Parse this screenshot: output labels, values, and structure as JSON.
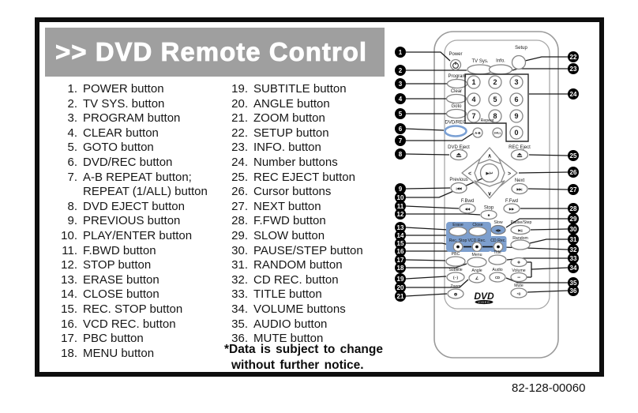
{
  "header": {
    "title": ">> DVD Remote Control"
  },
  "legend": {
    "col1": [
      {
        "num": "1.",
        "label": "POWER button"
      },
      {
        "num": "2.",
        "label": "TV SYS. button"
      },
      {
        "num": "3.",
        "label": "PROGRAM button"
      },
      {
        "num": "4.",
        "label": "CLEAR button"
      },
      {
        "num": "5.",
        "label": "GOTO button"
      },
      {
        "num": "6.",
        "label": "DVD/REC button"
      },
      {
        "num": "7.",
        "label": "A-B REPEAT button;"
      },
      {
        "num": "",
        "label": "REPEAT (1/ALL) button"
      },
      {
        "num": "8.",
        "label": "DVD EJECT button"
      },
      {
        "num": "9.",
        "label": "PREVIOUS button"
      },
      {
        "num": "10.",
        "label": "PLAY/ENTER button"
      },
      {
        "num": "11.",
        "label": "F.BWD button"
      },
      {
        "num": "12.",
        "label": "STOP button"
      },
      {
        "num": "13.",
        "label": "ERASE button"
      },
      {
        "num": "14.",
        "label": "CLOSE button"
      },
      {
        "num": "15.",
        "label": "REC. STOP button"
      },
      {
        "num": "16.",
        "label": "VCD REC. button"
      },
      {
        "num": "17.",
        "label": "PBC button"
      },
      {
        "num": "18.",
        "label": "MENU button"
      }
    ],
    "col2": [
      {
        "num": "19.",
        "label": "SUBTITLE button"
      },
      {
        "num": "20.",
        "label": "ANGLE button"
      },
      {
        "num": "21.",
        "label": "ZOOM button"
      },
      {
        "num": "22.",
        "label": "SETUP button"
      },
      {
        "num": "23.",
        "label": "INFO. button"
      },
      {
        "num": "24.",
        "label": "Number buttons"
      },
      {
        "num": "25.",
        "label": "REC EJECT button"
      },
      {
        "num": "26.",
        "label": "Cursor  buttons"
      },
      {
        "num": "27.",
        "label": "NEXT button"
      },
      {
        "num": "28.",
        "label": "F.FWD button"
      },
      {
        "num": "29.",
        "label": "SLOW button"
      },
      {
        "num": "30.",
        "label": "PAUSE/STEP button"
      },
      {
        "num": "31.",
        "label": "RANDOM button"
      },
      {
        "num": "32.",
        "label": "CD REC. button"
      },
      {
        "num": "33.",
        "label": "TITLE button"
      },
      {
        "num": "34.",
        "label": "VOLUME buttons"
      },
      {
        "num": "35.",
        "label": "AUDIO button"
      },
      {
        "num": "36.",
        "label": "MUTE button"
      }
    ],
    "note_line1": "*Data is subject to change",
    "note_line2": "without further notice."
  },
  "part_number": "82-128-00060",
  "colors": {
    "banner_gray": "#9f9f9f",
    "panel_blue": "#7d9fce",
    "highlight_blue": "#7aa0d4",
    "callout_black": "#000000"
  },
  "remote": {
    "labels": {
      "power": "Power",
      "tv_sys": "TV Sys.",
      "info": "Info.",
      "setup": "Setup",
      "program": "Program",
      "clear": "Clear",
      "goto": "Goto",
      "dvd_rec": "DVD/REC",
      "repeat": "Repeat",
      "ab": "A-B",
      "one_all": "1/ALL",
      "dvd_eject": "DVD Eject",
      "rec_eject": "REC Eject",
      "previous": "Previous",
      "next": "Next",
      "f_bwd": "F.Bwd",
      "f_fwd": "F.Fwd",
      "stop": "Stop",
      "erase": "Erase",
      "close": "Close",
      "slow": "Slow",
      "pause_step": "Pause/Step",
      "rec_stop": "Rec. Stop",
      "vcd_rec": "VCD Rec.",
      "cd_rec": "CD Rec.",
      "random": "Random",
      "pbc": "PBC",
      "menu": "Menu",
      "title": "Title",
      "volume": "Volume",
      "subtitle": "Subtitle",
      "angle": "Angle",
      "audio": "Audio",
      "zoom": "Zoom",
      "mute": "Mute",
      "logo": "DVD",
      "logo_sub": "VIDEO"
    },
    "digits": [
      "1",
      "2",
      "3",
      "4",
      "5",
      "6",
      "7",
      "8",
      "9",
      "0"
    ],
    "glyphs": {
      "play_enter": "▶/↵",
      "previous": "|◀◀",
      "next": "▶▶|",
      "f_bwd": "◀◀",
      "f_fwd": "▶▶",
      "stop": "■",
      "slow": "◀|▶",
      "pause_step": "▶||",
      "plus": "+",
      "minus": "−",
      "subtitle": "(··)",
      "angle": "∠",
      "audio": "CD",
      "zoom": "⊕",
      "mute": "×))",
      "up": "∧",
      "down": "∨",
      "left": "<",
      "right": ">"
    },
    "callouts": [
      "1",
      "2",
      "3",
      "4",
      "5",
      "6",
      "7",
      "8",
      "9",
      "10",
      "11",
      "12",
      "13",
      "14",
      "15",
      "16",
      "17",
      "18",
      "19",
      "20",
      "21",
      "22",
      "23",
      "24",
      "25",
      "26",
      "27",
      "28",
      "29",
      "30",
      "31",
      "32",
      "33",
      "34",
      "35",
      "36"
    ]
  }
}
